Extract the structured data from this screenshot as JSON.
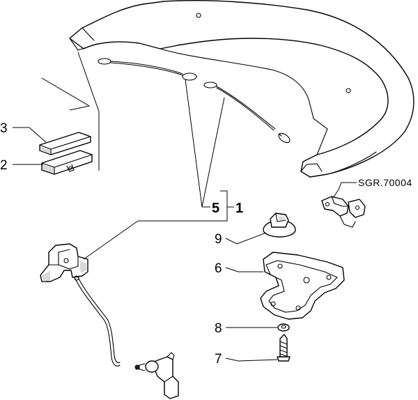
{
  "diagram": {
    "reference_code": "SGR.70004",
    "callouts": {
      "c1": "1",
      "c2": "2",
      "c3": "3",
      "c5": "5",
      "c6": "6",
      "c7": "7",
      "c8": "8",
      "c9": "9"
    }
  }
}
